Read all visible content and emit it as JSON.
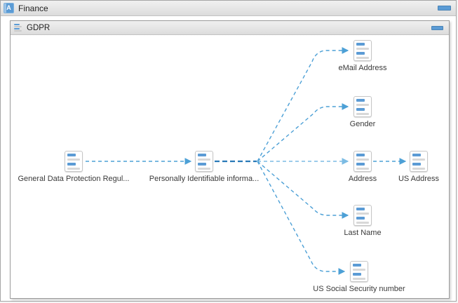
{
  "window": {
    "finance": {
      "title": "Finance",
      "icon": "letter-a-app-badge",
      "minimize_control": "minimize"
    },
    "gdpr": {
      "title": "GDPR",
      "icon": "document-lines",
      "minimize_control": "minimize"
    }
  },
  "colors": {
    "accent_blue": "#5b9bd5",
    "edge_blue": "#4da0d6",
    "edge_trunk_blue": "#2a7ab8",
    "edge_light_blue": "#7cbce4",
    "header_gray": "#e4e4e4",
    "icon_bar_gray": "#d8d8d8"
  },
  "diagram": {
    "nodes": [
      {
        "id": "gdpr-regulation",
        "label": "General Data Protection Regul...",
        "icon": "document-lines"
      },
      {
        "id": "pii",
        "label": "Personally Identifiable informa...",
        "icon": "document-lines"
      },
      {
        "id": "email-address",
        "label": "eMail Address",
        "icon": "document-lines"
      },
      {
        "id": "gender",
        "label": "Gender",
        "icon": "document-lines"
      },
      {
        "id": "address",
        "label": "Address",
        "icon": "document-lines"
      },
      {
        "id": "us-address",
        "label": "US Address",
        "icon": "document-lines"
      },
      {
        "id": "last-name",
        "label": "Last Name",
        "icon": "document-lines"
      },
      {
        "id": "us-ssn",
        "label": "US Social Security number",
        "icon": "document-lines"
      }
    ],
    "edges": [
      {
        "from": "gdpr-regulation",
        "to": "pii",
        "style": "dashed-arrow"
      },
      {
        "from": "pii",
        "to": "email-address",
        "style": "dashed-arrow"
      },
      {
        "from": "pii",
        "to": "gender",
        "style": "dashed-arrow"
      },
      {
        "from": "pii",
        "to": "address",
        "style": "dashed-arrow"
      },
      {
        "from": "pii",
        "to": "last-name",
        "style": "dashed-arrow"
      },
      {
        "from": "pii",
        "to": "us-ssn",
        "style": "dashed-arrow"
      },
      {
        "from": "address",
        "to": "us-address",
        "style": "dashed-arrow"
      }
    ]
  }
}
